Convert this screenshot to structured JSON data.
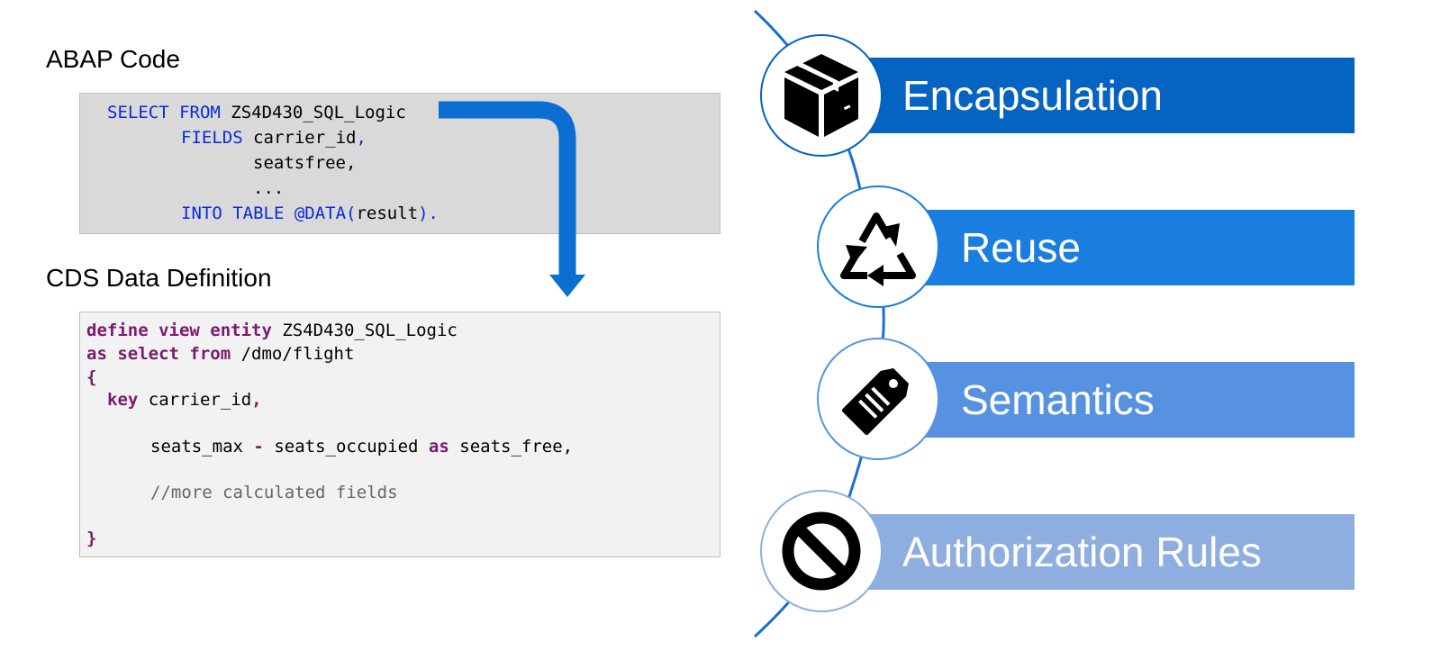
{
  "abap": {
    "heading": "ABAP Code",
    "line1_kw": "SELECT FROM",
    "line1_name": "ZS4D430_SQL_Logic",
    "line2_kw": "FIELDS",
    "line2_field": "carrier_id",
    "line2_comma": ",",
    "line3": "seatsfree,",
    "line4": "...",
    "line5_kw": "INTO TABLE @DATA(",
    "line5_var": "result",
    "line5_end": ")."
  },
  "cds": {
    "heading": "CDS Data Definition",
    "line1_kw": "define view entity",
    "line1_name": "ZS4D430_SQL_Logic",
    "line2_kw": "as select from",
    "line2_source": "/dmo/flight",
    "open_brace": "{",
    "line4_kw": "key",
    "line4_field": "carrier_id",
    "line4_comma": ",",
    "line5_a": "seats_max",
    "line5_minus": "-",
    "line5_b": "seats_occupied",
    "line5_as": "as",
    "line5_alias": "seats_free,",
    "comment": "//more calculated fields",
    "close_brace": "}"
  },
  "features": [
    {
      "label": "Encapsulation",
      "icon": "package-box-icon",
      "color": "#0563c1"
    },
    {
      "label": "Reuse",
      "icon": "recycle-icon",
      "color": "#1a7de0"
    },
    {
      "label": "Semantics",
      "icon": "price-tag-icon",
      "color": "#5692e0"
    },
    {
      "label": "Authorization Rules",
      "icon": "prohibited-icon",
      "color": "#8eaee0"
    }
  ],
  "colors": {
    "arrow": "#0a6fd0",
    "connector": "#1a6fd0"
  }
}
